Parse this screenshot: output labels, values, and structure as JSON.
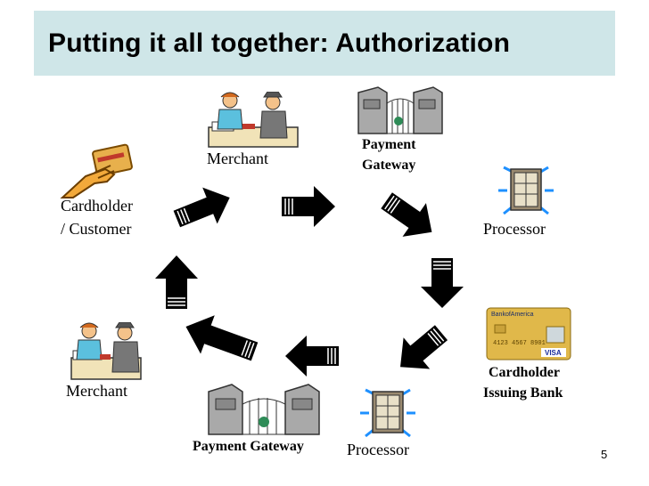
{
  "title": "Putting it all together: Authorization",
  "nodes": {
    "cardholder": {
      "line1": "Cardholder",
      "line2": "/ Customer"
    },
    "merchant_top": "Merchant",
    "payment_gateway_top": {
      "line1": "Payment",
      "line2": "Gateway"
    },
    "processor_top": "Processor",
    "issuing_bank": {
      "line1": "Cardholder",
      "line2": "Issuing Bank"
    },
    "processor_bottom": "Processor",
    "payment_gateway_bottom": "Payment Gateway",
    "merchant_bottom": "Merchant"
  },
  "card_text": {
    "bank": "BankofAmerica",
    "brand": "VISA"
  },
  "page_number": "5",
  "colors": {
    "title_bg": "#cfe6e8",
    "card_gold": "#e0b84a",
    "processor_blue": "#1e90ff"
  }
}
